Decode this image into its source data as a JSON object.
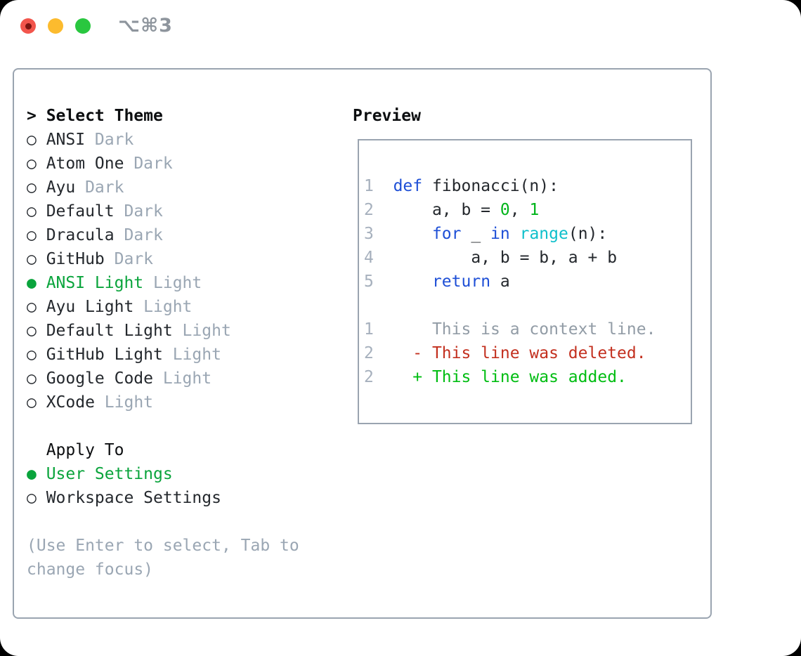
{
  "titlebar": {
    "shortcut": "⌥⌘3",
    "traffic_lights": [
      {
        "name": "close",
        "color": "#f2554c",
        "dot": "#7c1511"
      },
      {
        "name": "minimize",
        "color": "#fcbb2e"
      },
      {
        "name": "zoom",
        "color": "#29c73f"
      }
    ]
  },
  "theme_picker": {
    "title": "Select Theme",
    "prefix": ">",
    "bullet_selected": "●",
    "bullet_unselected": "○",
    "items": [
      {
        "label": "ANSI",
        "tag": "Dark",
        "selected": false
      },
      {
        "label": "Atom One",
        "tag": "Dark",
        "selected": false
      },
      {
        "label": "Ayu",
        "tag": "Dark",
        "selected": false
      },
      {
        "label": "Default",
        "tag": "Dark",
        "selected": false
      },
      {
        "label": "Dracula",
        "tag": "Dark",
        "selected": false
      },
      {
        "label": "GitHub",
        "tag": "Dark",
        "selected": false
      },
      {
        "label": "ANSI Light",
        "tag": "Light",
        "selected": true
      },
      {
        "label": "Ayu Light",
        "tag": "Light",
        "selected": false
      },
      {
        "label": "Default Light",
        "tag": "Light",
        "selected": false
      },
      {
        "label": "GitHub Light",
        "tag": "Light",
        "selected": false
      },
      {
        "label": "Google Code",
        "tag": "Light",
        "selected": false
      },
      {
        "label": "XCode",
        "tag": "Light",
        "selected": false
      }
    ]
  },
  "apply_to": {
    "title": "Apply To",
    "options": [
      {
        "label": "User Settings",
        "selected": true
      },
      {
        "label": "Workspace Settings",
        "selected": false
      }
    ]
  },
  "hint": {
    "lines": [
      "(Use Enter to select, Tab to",
      "change focus)"
    ]
  },
  "preview": {
    "title": "Preview",
    "lines": [
      {
        "segments": [
          [
            "ln",
            "1"
          ],
          [
            "fg",
            "  "
          ],
          [
            "kw",
            "def"
          ],
          [
            "fg",
            " fibonacci(n):"
          ]
        ]
      },
      {
        "segments": [
          [
            "ln",
            "2"
          ],
          [
            "fg",
            "      a, b = "
          ],
          [
            "num",
            "0"
          ],
          [
            "fg",
            ", "
          ],
          [
            "num",
            "1"
          ]
        ]
      },
      {
        "segments": [
          [
            "ln",
            "3"
          ],
          [
            "fg",
            "      "
          ],
          [
            "kw",
            "for"
          ],
          [
            "fg",
            " _ "
          ],
          [
            "kw",
            "in"
          ],
          [
            "fg",
            " "
          ],
          [
            "fn",
            "range"
          ],
          [
            "fg",
            "(n):"
          ]
        ]
      },
      {
        "segments": [
          [
            "ln",
            "4"
          ],
          [
            "fg",
            "          a, b = b, a + b"
          ]
        ]
      },
      {
        "segments": [
          [
            "ln",
            "5"
          ],
          [
            "fg",
            "      "
          ],
          [
            "kw",
            "return"
          ],
          [
            "fg",
            " a"
          ]
        ]
      },
      {
        "segments": []
      },
      {
        "segments": [
          [
            "ln",
            "1"
          ],
          [
            "ctx",
            "      This is a context line."
          ]
        ]
      },
      {
        "segments": [
          [
            "ln",
            "2"
          ],
          [
            "del",
            "    - This line was deleted."
          ]
        ]
      },
      {
        "segments": [
          [
            "ln",
            "2"
          ],
          [
            "add",
            "    + This line was added."
          ]
        ]
      }
    ]
  },
  "colors": {
    "text": "#24282d",
    "heading": "#0c0e10",
    "muted": "#9aa6b3",
    "accent_green": "#0aa43c",
    "border": "#9aa4b0",
    "line_number": "#a6b0bd",
    "keyword": "#1e4fd6",
    "builtin": "#0fc0cb",
    "literal": "#00b41a",
    "context": "#929ca6",
    "added": "#00bd12",
    "deleted": "#c3301f",
    "shortcut": "#8e959d"
  }
}
